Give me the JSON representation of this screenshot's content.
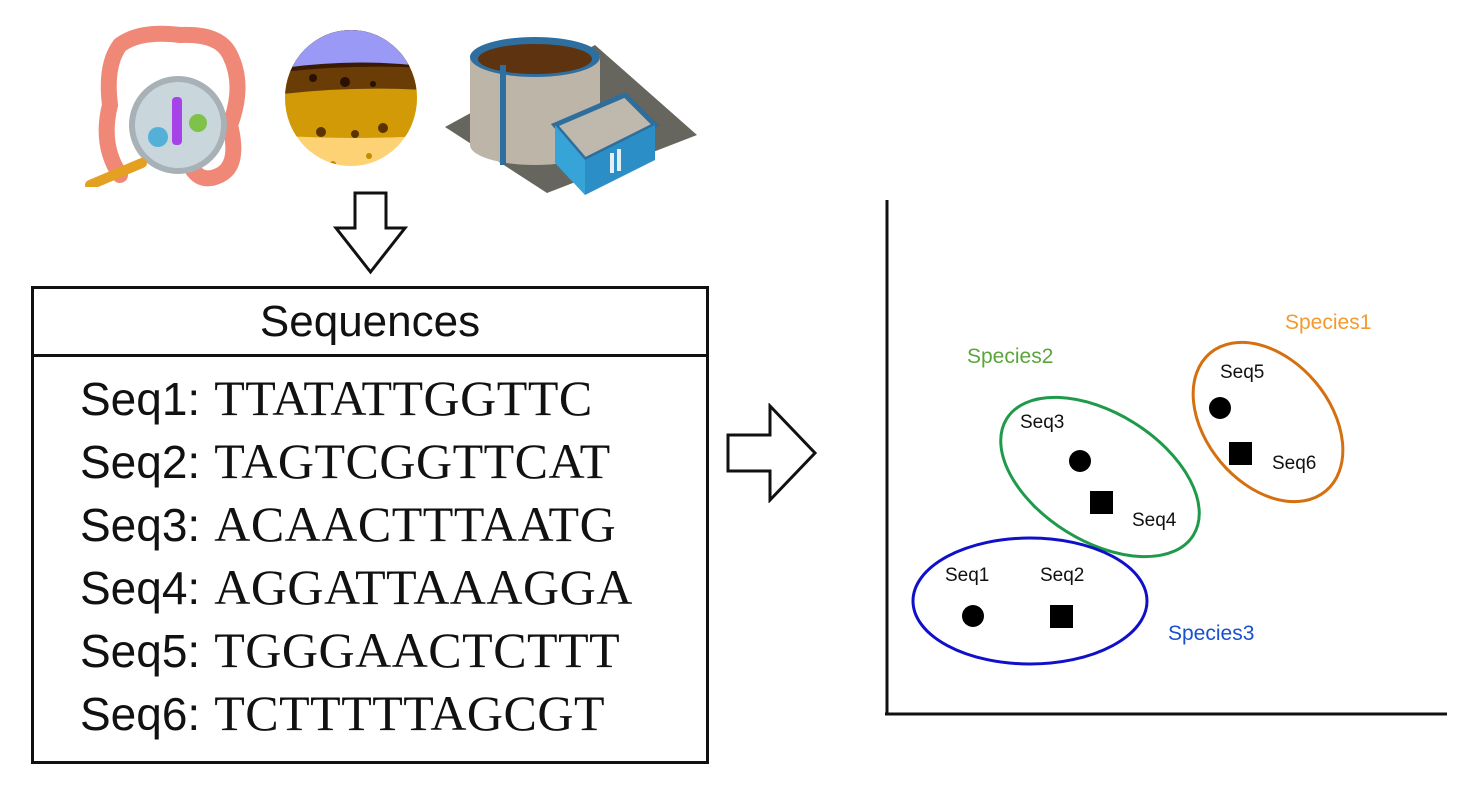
{
  "sources": [
    {
      "name": "gut-microbiome",
      "icon": "intestine-magnifier-icon"
    },
    {
      "name": "soil",
      "icon": "soil-layers-icon"
    },
    {
      "name": "wastewater-plant",
      "icon": "treatment-plant-icon"
    }
  ],
  "sequences": {
    "title": "Sequences",
    "rows": [
      {
        "label": "Seq1:",
        "bases": "TTATATTGGTTC"
      },
      {
        "label": "Seq2:",
        "bases": "TAGTCGGTTCAT"
      },
      {
        "label": "Seq3:",
        "bases": "ACAACTTTAATG"
      },
      {
        "label": "Seq4:",
        "bases": "AGGATTAAAGGA"
      },
      {
        "label": "Seq5:",
        "bases": "TGGGAACTCTTT"
      },
      {
        "label": "Seq6:",
        "bases": "TCTTTTTAGCGT"
      }
    ]
  },
  "plot": {
    "clusters": [
      {
        "name": "Species1",
        "color": "#f39a2e",
        "ellipse_color": "#d4700f",
        "points": [
          "Seq5",
          "Seq6"
        ]
      },
      {
        "name": "Species2",
        "color": "#5aa63c",
        "ellipse_color": "#1e9a4a",
        "points": [
          "Seq3",
          "Seq4"
        ]
      },
      {
        "name": "Species3",
        "color": "#1a4fd0",
        "ellipse_color": "#1010c8",
        "points": [
          "Seq1",
          "Seq2"
        ]
      }
    ],
    "points": [
      {
        "label": "Seq1",
        "marker": "circle"
      },
      {
        "label": "Seq2",
        "marker": "square"
      },
      {
        "label": "Seq3",
        "marker": "circle"
      },
      {
        "label": "Seq4",
        "marker": "square"
      },
      {
        "label": "Seq5",
        "marker": "circle"
      },
      {
        "label": "Seq6",
        "marker": "square"
      }
    ]
  }
}
